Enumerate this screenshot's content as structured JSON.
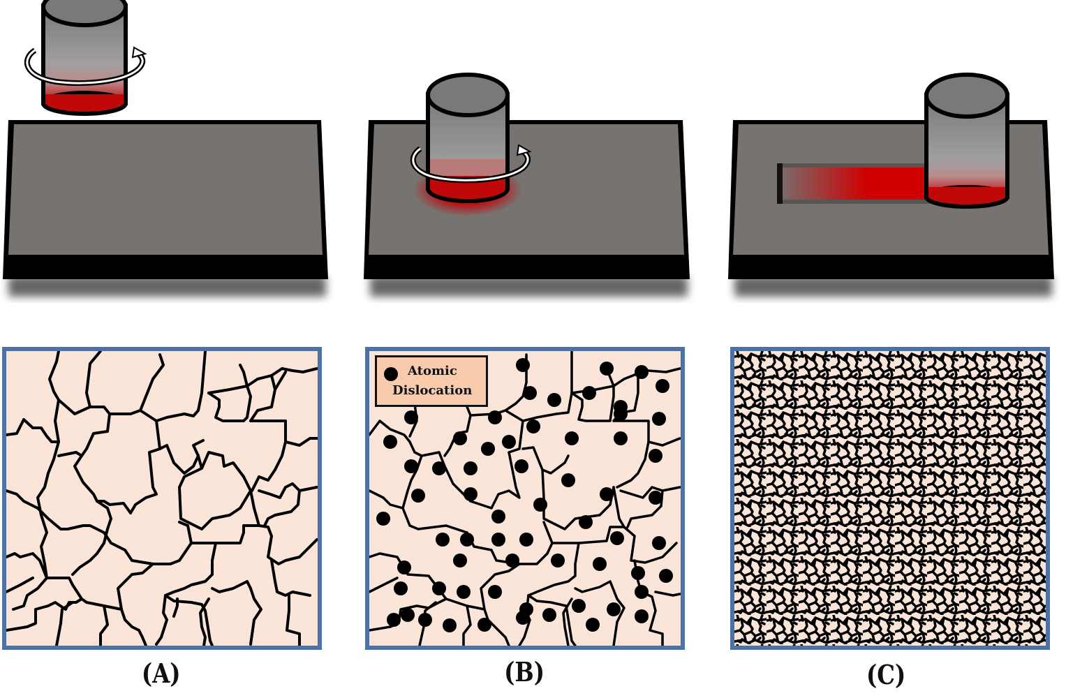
{
  "figure": {
    "title": "Friction stir process stages and resulting grain microstructure",
    "colors": {
      "plate_top": "#787371",
      "plate_side": "#000000",
      "tool_body": "#9a9898",
      "heat": "#d00000",
      "grain_fill": "#fbe5d9",
      "grain_border": "#4a72a6",
      "legend_fill": "#f8cbad"
    }
  },
  "panels": [
    {
      "id": "A",
      "caption": "(A)",
      "stage": "Rotating tool approaching plate",
      "microstructure": "Coarse grains"
    },
    {
      "id": "B",
      "caption": "(B)",
      "stage": "Rotating tool plunged into plate with heat zone",
      "microstructure": "Grains with atomic dislocations",
      "legend": {
        "line1": "Atomic",
        "line2": "Dislocation",
        "marker": "black-dot"
      }
    },
    {
      "id": "C",
      "caption": "(C)",
      "stage": "Tool traversing, leaving heated weld track",
      "microstructure": "Fine recrystallized grains"
    }
  ]
}
